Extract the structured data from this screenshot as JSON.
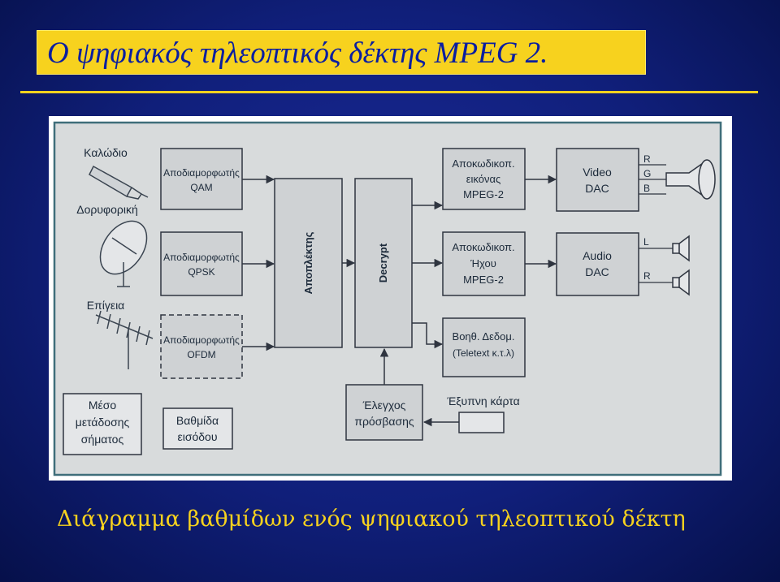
{
  "title": "Ο ψηφιακός τηλεοπτικός δέκτης MPEG 2.",
  "caption": "Διάγραμμα βαθμίδων ενός ψηφιακού τηλεοπτικού δέκτη",
  "diagram": {
    "sources": {
      "cable": "Καλώδιο",
      "satellite": "Δορυφορική",
      "terrestrial": "Επίγεια"
    },
    "demodulators": {
      "qam": [
        "Αποδιαμορφωτής",
        "QAM"
      ],
      "qpsk": [
        "Αποδιαμορφωτής",
        "QPSK"
      ],
      "ofdm": [
        "Αποδιαμορφωτής",
        "OFDM"
      ]
    },
    "demux": "Αποπλέκτης",
    "decrypt": "Decrypt",
    "decoders": {
      "video": [
        "Αποκωδικοπ.",
        "εικόνας",
        "MPEG-2"
      ],
      "audio": [
        "Αποκωδικοπ.",
        "Ήχου",
        "MPEG-2"
      ],
      "aux": [
        "Βοηθ. Δεδομ.",
        "(Teletext κ.τ.λ)"
      ]
    },
    "dacs": {
      "video": [
        "Video",
        "DAC"
      ],
      "audio": [
        "Audio",
        "DAC"
      ]
    },
    "outputs": {
      "r": "R",
      "g": "G",
      "b": "B",
      "l": "L",
      "r_audio": "R"
    },
    "access_control": [
      "Έλεγχος",
      "πρόσβασης"
    ],
    "smart_card": "Έξυπνη κάρτα",
    "legend": {
      "medium": [
        "Μέσο",
        "μετάδοσης",
        "σήματος"
      ],
      "input_stage": [
        "Βαθμίδα",
        "εισόδου"
      ]
    }
  }
}
